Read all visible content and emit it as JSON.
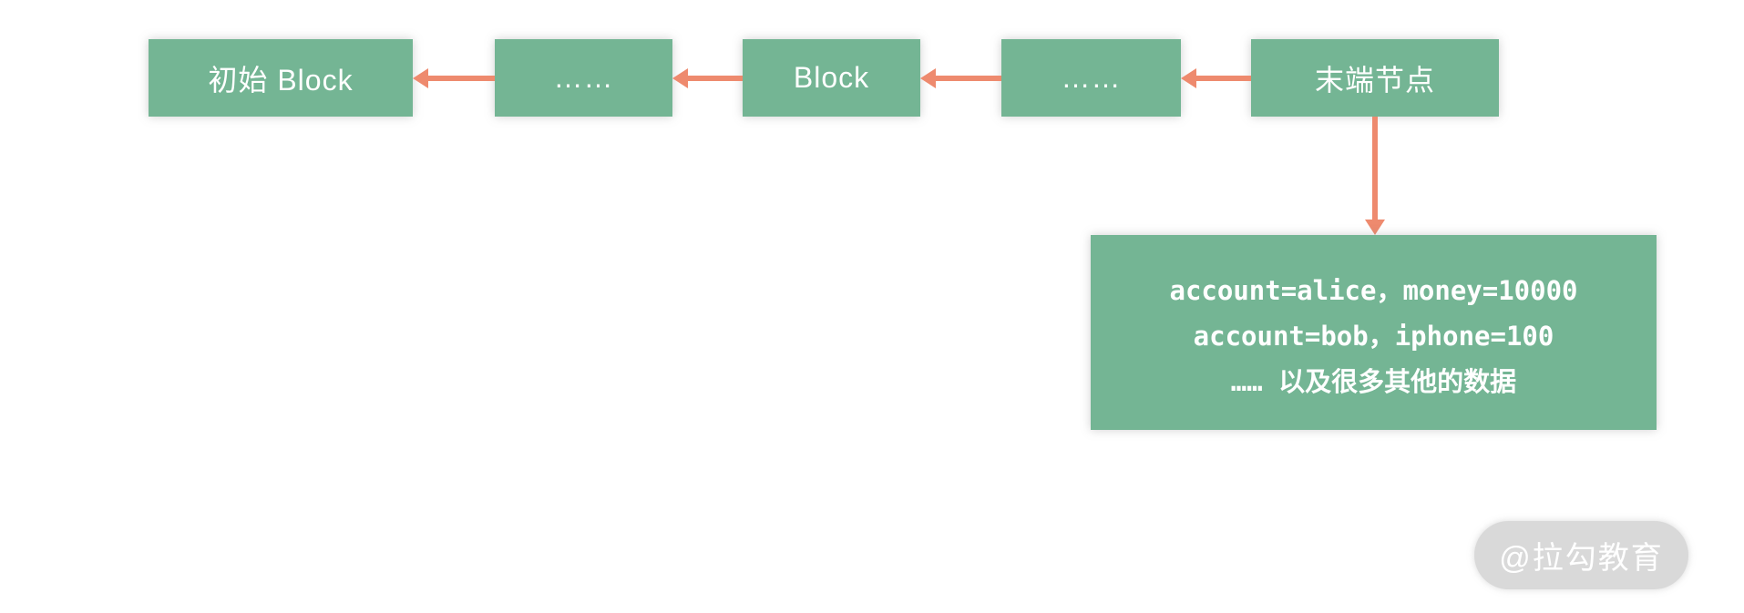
{
  "diagram": {
    "title": "blockchain-linked-list",
    "colors": {
      "block_green": "#74b594",
      "arrow_salmon": "#ee8a6e",
      "watermark_gray": "#d9d9d9",
      "text_white": "#ffffff"
    },
    "chain": [
      {
        "label": "初始 Block"
      },
      {
        "label": "……"
      },
      {
        "label": "Block"
      },
      {
        "label": "……"
      },
      {
        "label": "末端节点"
      }
    ],
    "data_box": {
      "lines": {
        "0": "account=alice，money=10000",
        "1": "account=bob，iphone=100",
        "2": "…… 以及很多其他的数据"
      }
    },
    "watermark": "@拉勾教育"
  }
}
